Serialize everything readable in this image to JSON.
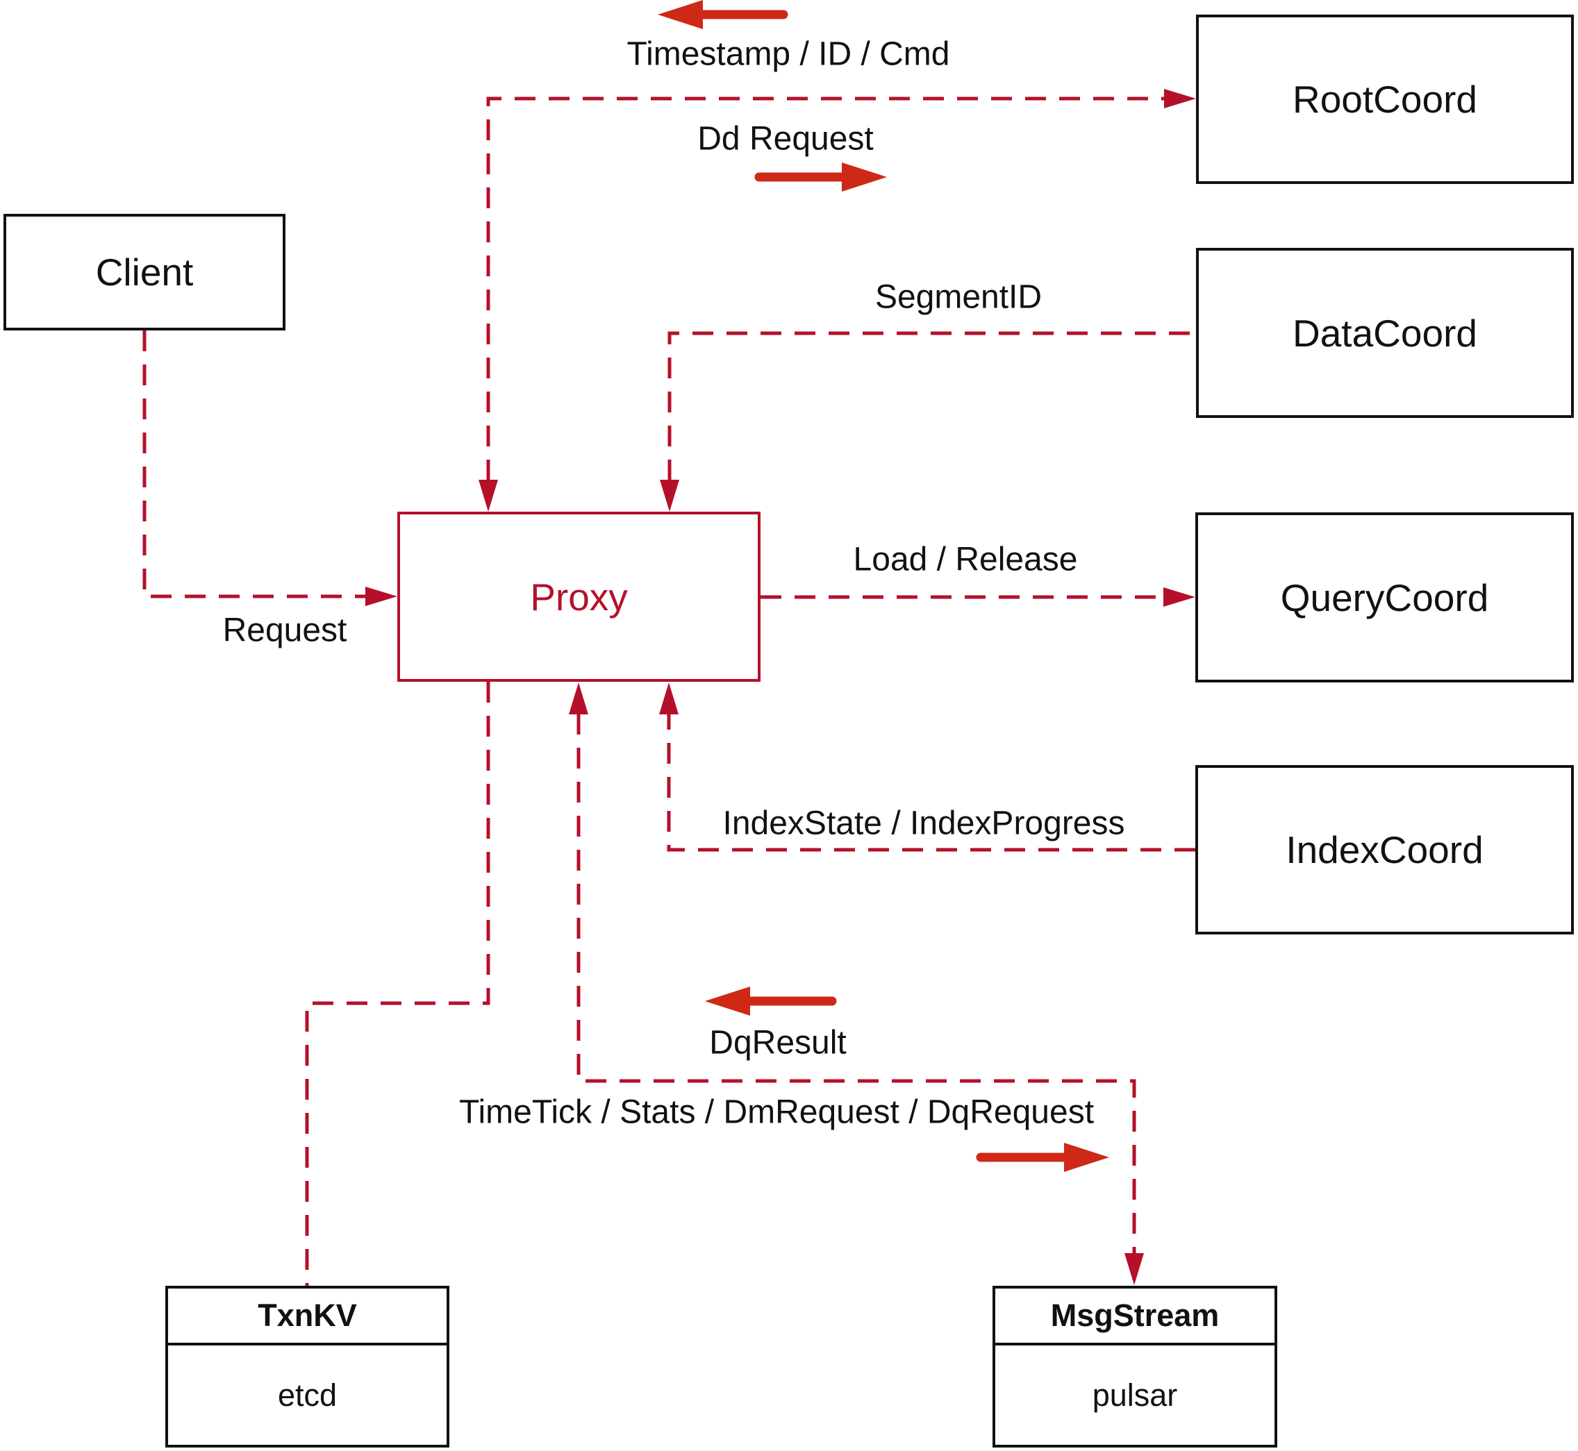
{
  "diagram": {
    "nodes": {
      "client": {
        "label": "Client"
      },
      "proxy": {
        "label": "Proxy"
      },
      "root_coord": {
        "label": "RootCoord"
      },
      "data_coord": {
        "label": "DataCoord"
      },
      "query_coord": {
        "label": "QueryCoord"
      },
      "index_coord": {
        "label": "IndexCoord"
      },
      "txn_kv": {
        "title": "TxnKV",
        "value": "etcd"
      },
      "msg_stream": {
        "title": "MsgStream",
        "value": "pulsar"
      }
    },
    "edge_labels": {
      "timestamp": "Timestamp / ID / Cmd",
      "dd_request": "Dd Request",
      "segment_id": "SegmentID",
      "request": "Request",
      "load_release": "Load / Release",
      "index_state": "IndexState / IndexProgress",
      "dq_result": "DqResult",
      "time_tick": "TimeTick / Stats / DmRequest / DqRequest"
    },
    "colors": {
      "dashed_line": "#b5102a",
      "solid_arrow": "#ce2917",
      "box_border": "#111111",
      "proxy_red": "#b5102a",
      "text": "#111111",
      "background": "#ffffff"
    }
  }
}
